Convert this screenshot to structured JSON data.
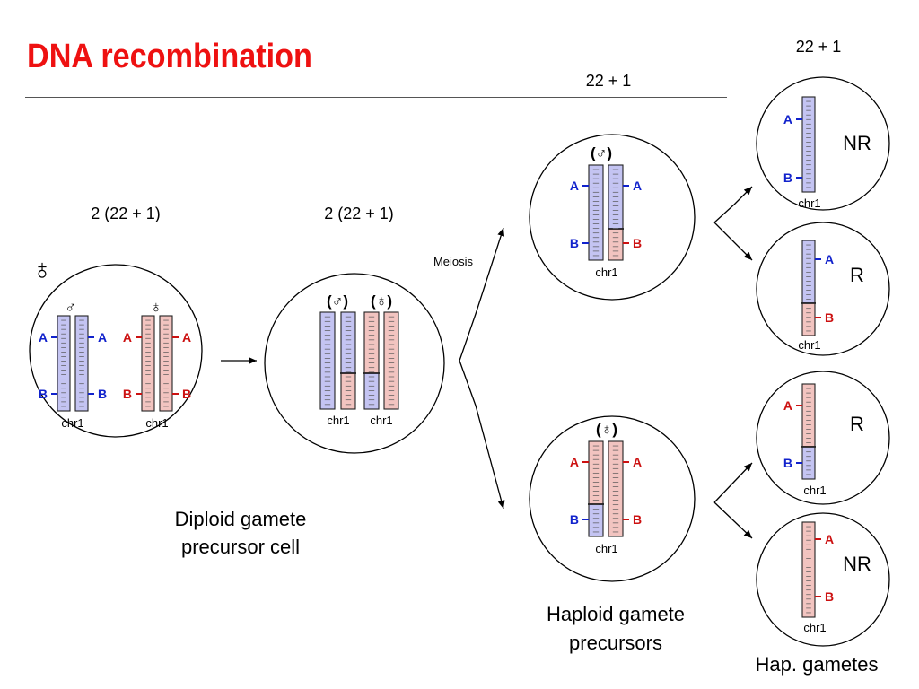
{
  "title": "DNA recombination",
  "counts": {
    "diploid_1": "2 (22 + 1)",
    "diploid_2": "2 (22 + 1)",
    "haploid": "22 + 1",
    "gametes": "22 + 1"
  },
  "symbols": {
    "female": "♁",
    "male": "♂",
    "male_paren": "(♂)",
    "female_paren": "(♁)"
  },
  "loci": {
    "a": "A",
    "b": "B"
  },
  "chromosome_label": "chr1",
  "meiosis_label": "Meiosis",
  "captions": {
    "diploid": [
      "Diploid gamete",
      "precursor cell"
    ],
    "haploid": [
      "Haploid gamete",
      "precursors"
    ],
    "gametes": "Hap. gametes"
  },
  "gamete_types": {
    "nonrecombinant": "NR",
    "recombinant": "R"
  },
  "colors": {
    "title": "#ee1111",
    "paternal_fill": "#c4c4f2",
    "maternal_fill": "#f2c4c0",
    "locus_blue": "#1122cc",
    "locus_red": "#cc1111"
  }
}
